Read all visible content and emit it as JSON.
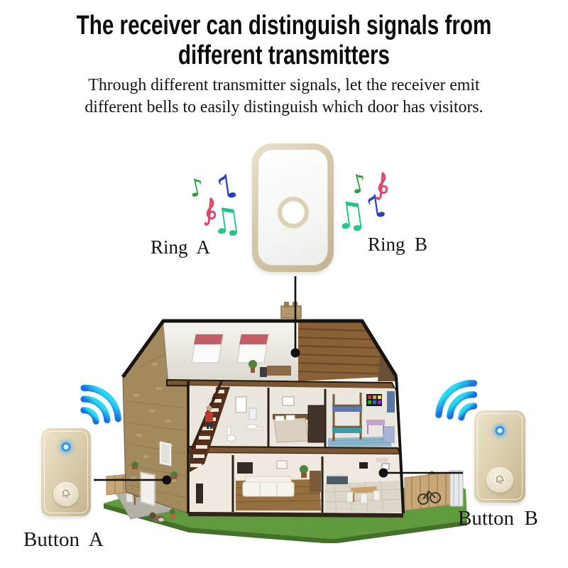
{
  "header": {
    "title_line1": "The receiver can distinguish signals from",
    "title_line2": "different transmitters",
    "subtitle_line1": "Through different transmitter signals, let the receiver emit",
    "subtitle_line2": "different bells to easily distinguish which door has visitors."
  },
  "receiver": {
    "ring_a_label": "Ring  A",
    "ring_b_label": "Ring  B"
  },
  "transmitters": {
    "button_a_label": "Button  A",
    "button_b_label": "Button  B"
  },
  "icons": {
    "receiver_round_button": "round-bell-button",
    "transmitter_led": "blue-led-indicator",
    "transmitter_bell": "bell-icon",
    "wifi_left": "wifi-signal-icon",
    "wifi_right": "wifi-signal-icon",
    "notes_left": [
      "eighth-note-green",
      "treble-clef-pink",
      "eighth-note-blue",
      "beamed-notes-teal"
    ],
    "notes_right": [
      "eighth-note-green",
      "treble-clef-pink",
      "beamed-notes-teal",
      "eighth-note-blue"
    ],
    "connector_dots": "black-line-with-dot"
  },
  "colors": {
    "device_gold": "#d6c9aa",
    "wifi_cyan": "#2ad9f2",
    "wifi_blue": "#1b6fe0",
    "note_green": "#2e9e40",
    "note_pink": "#d94a6e",
    "note_blue": "#2b3fc4",
    "note_teal": "#25c586",
    "connector_black": "#111111",
    "grass_green": "#5f9b3c",
    "brick_tan": "#a3895e"
  }
}
